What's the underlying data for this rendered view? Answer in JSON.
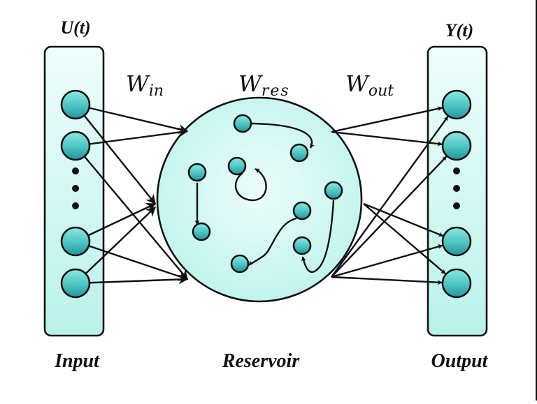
{
  "title": "Reservoir computing network (echo state network) architecture",
  "layers": {
    "input": {
      "caption": "Input",
      "signal": "U(t)",
      "nodes_shown": 4,
      "ellipsis": true
    },
    "reservoir": {
      "caption": "Reservoir",
      "internal_nodes": 9
    },
    "output": {
      "caption": "Output",
      "signal": "Y(t)",
      "nodes_shown": 4,
      "ellipsis": true
    }
  },
  "weights": {
    "input": {
      "base": "W",
      "sub": "in"
    },
    "reservoir": {
      "base": "W",
      "sub": "res"
    },
    "output": {
      "base": "W",
      "sub": "out"
    }
  },
  "connections": {
    "input_to_reservoir": "fully connected (input nodes → reservoir boundary)",
    "reservoir_internal": [
      "node-a → node-b",
      "node-c → node-d",
      "node-e self-loop",
      "node-f → node-g",
      "node-h → node-i"
    ],
    "reservoir_to_output": "fully connected (reservoir boundary → output nodes)"
  },
  "colors": {
    "node_fill_top": "#7fe3dc",
    "node_fill_bottom": "#2a9fa6",
    "panel_fill_top": "#e8fdfb",
    "panel_fill_bottom": "#b4f0e8",
    "stroke": "#111111",
    "background": "#ffffff"
  }
}
